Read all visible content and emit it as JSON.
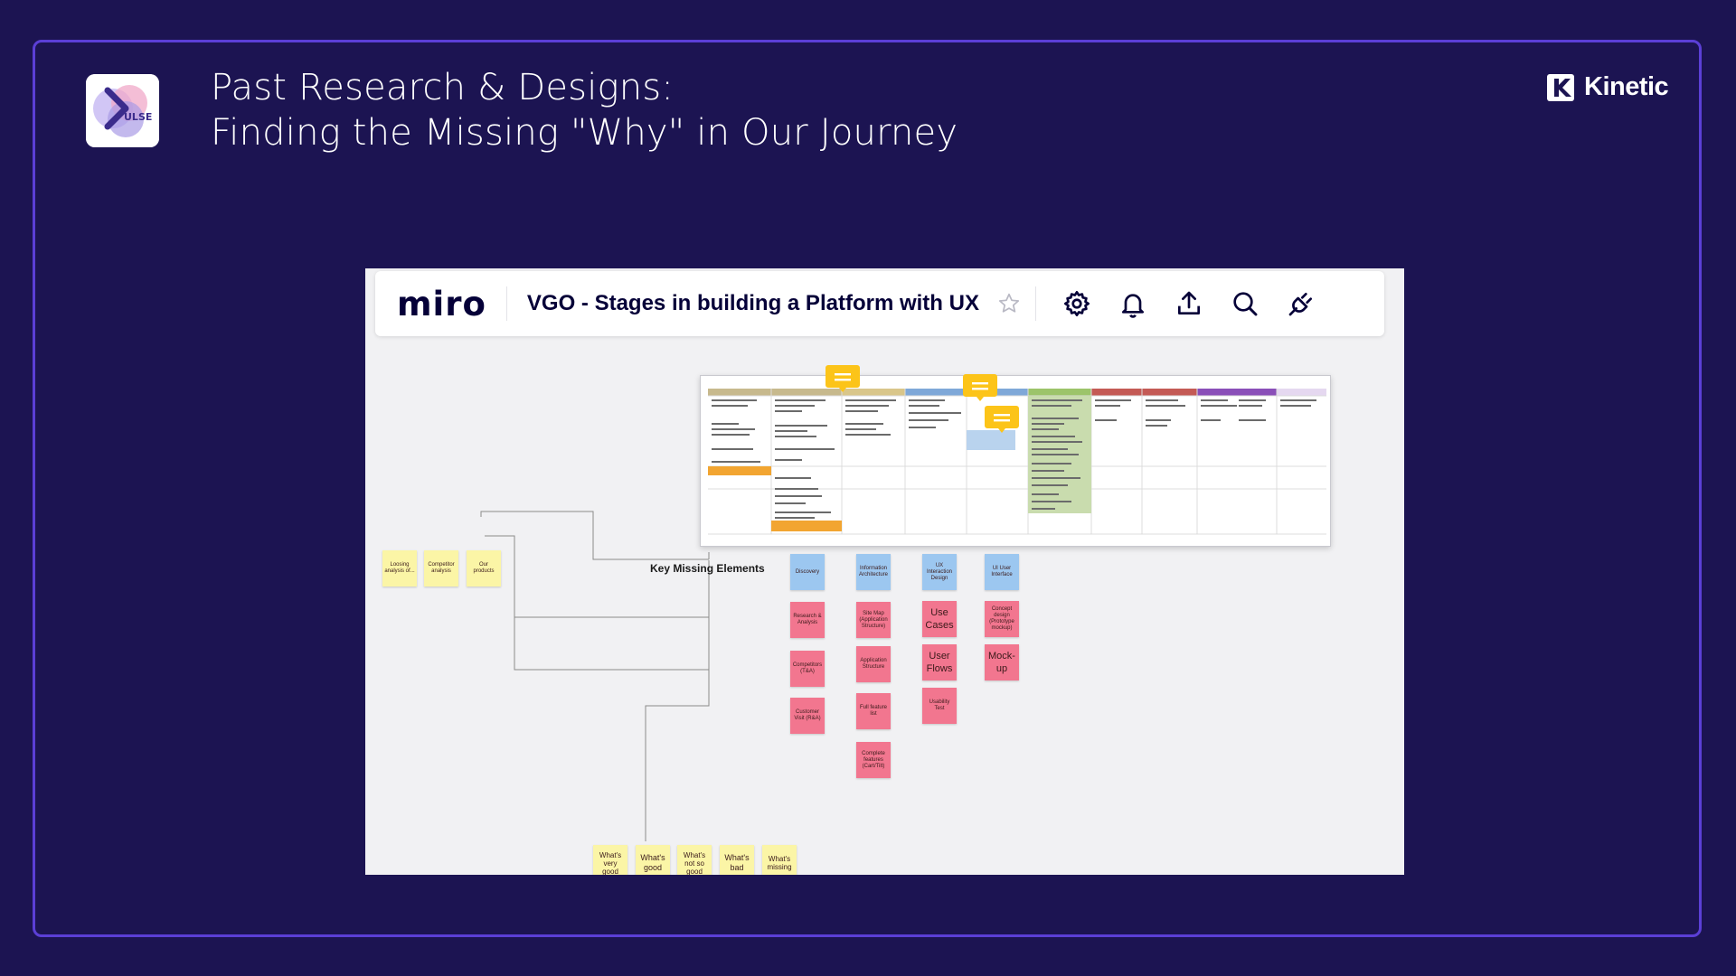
{
  "slide": {
    "title_line1": "Past Research & Designs:",
    "title_line2": "Finding the Missing \"Why\" in Our Journey",
    "logo_text": "ULSE",
    "brand_name": "Kinetic"
  },
  "miro": {
    "logo": "miro",
    "board_title": "VGO - Stages in building a Platform with UX",
    "toolbar_icons": [
      "star-icon",
      "gear-icon",
      "bell-icon",
      "upload-icon",
      "search-icon",
      "plug-icon"
    ],
    "key_missing_label": "Key Missing Elements",
    "sticky_left": [
      "Loosing analysis of...",
      "Competitor analysis",
      "Our products"
    ],
    "col1": [
      "Discovery",
      "Research & Analysis",
      "Competitors (T&A)",
      "Customer Visit (R&A)"
    ],
    "col2": [
      "Information Architecture",
      "Site Map (Application Structure)",
      "Application Structure",
      "Full feature list",
      "Complete features (Cart/Tilt)"
    ],
    "col3": [
      "UX Interaction Design",
      "Use Cases",
      "User Flows",
      "Usability Test"
    ],
    "col4": [
      "UI User Interface",
      "Concept design (Prototype mockup)",
      "Mock-up"
    ],
    "bottom": [
      "What's very good",
      "What's good",
      "What's not so good",
      "What's bad",
      "What's missing"
    ]
  },
  "colors": {
    "background": "#1c1452",
    "frame_border": "#5b3fd6",
    "sticky_blue": "#9cc7f0",
    "sticky_pink": "#f2768f",
    "sticky_yellow": "#fbf5a6",
    "comment_yellow": "#fcc419"
  }
}
